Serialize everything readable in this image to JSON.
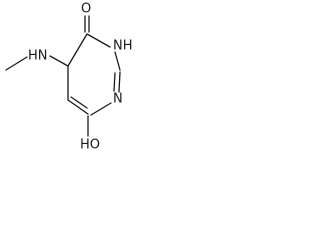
{
  "molecule": {
    "atoms": {
      "oxygen_carbonyl": "O",
      "nh_ring": "NH",
      "n_ring": "N",
      "nh_amine": "HN",
      "hydroxyl": "HO"
    },
    "colors": {
      "bond": "#1a1a1a",
      "label": "#1a1a1a",
      "background": "#ffffff"
    }
  }
}
